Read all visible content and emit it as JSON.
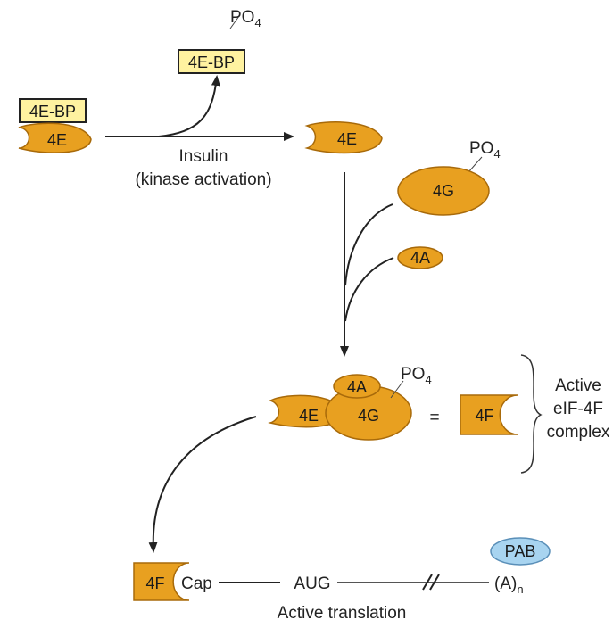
{
  "colors": {
    "protein_fill": "#E8A020",
    "protein_stroke": "#A86A0A",
    "bp_box_fill": "#FFF2A0",
    "pab_fill": "#A8D4F0",
    "pab_stroke": "#5A8FB8",
    "line": "#222222"
  },
  "labels": {
    "po4": "PO",
    "po4_sub": "4",
    "bp": "4E-BP",
    "e4": "4E",
    "g4": "4G",
    "a4": "4A",
    "f4": "4F",
    "insulin": "Insulin",
    "kinase": "(kinase activation)",
    "equals": "=",
    "active": "Active",
    "eif": "eIF-4F",
    "complex": "complex",
    "cap": "Cap",
    "aug": "AUG",
    "break_mark": "//",
    "pab": "PAB",
    "polya": "(A)",
    "polya_sub": "n",
    "translation": "Active translation"
  }
}
